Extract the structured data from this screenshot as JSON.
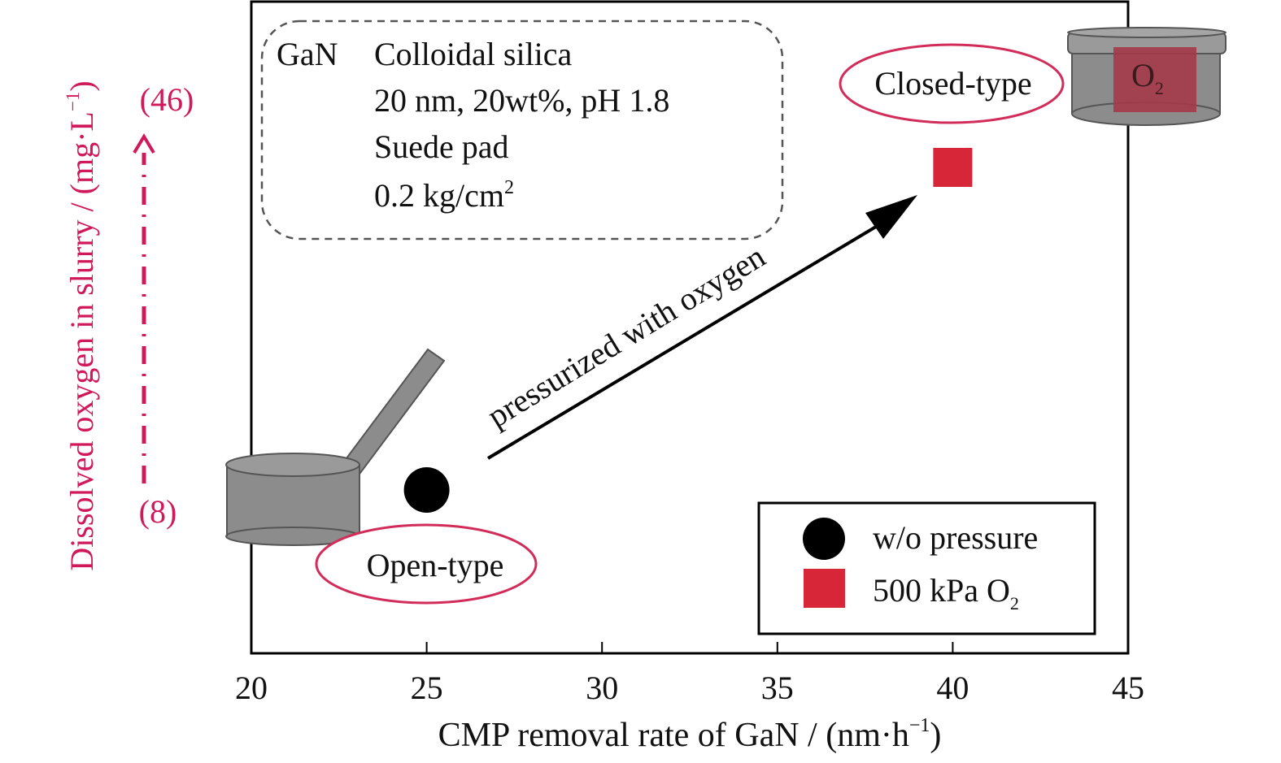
{
  "chart_data": {
    "type": "scatter",
    "xlabel": "CMP removal rate of GaN / (nm·h",
    "xlabel_sup": "−1",
    "xlabel_close": ")",
    "ylabel": "Dissolved oxygen in slurry / (mg·L",
    "ylabel_sup": "−1",
    "ylabel_close": ")",
    "xlim": [
      20,
      45
    ],
    "xticks": [
      20,
      25,
      30,
      35,
      40,
      45
    ],
    "xtick_labels": [
      "20",
      "25",
      "30",
      "35",
      "40",
      "45"
    ],
    "y_markers": [
      {
        "label": "(46)",
        "value": 46
      },
      {
        "label": "(8)",
        "value": 8
      }
    ],
    "series": [
      {
        "name": "w/o pressure",
        "marker": "circle",
        "color": "#000000",
        "points": [
          {
            "x": 25,
            "y": 8
          }
        ]
      },
      {
        "name": "500 kPa O",
        "name_sub": "2",
        "marker": "square",
        "color": "#d62637",
        "points": [
          {
            "x": 40,
            "y": 46
          }
        ]
      }
    ],
    "legend_placement": "bottom-right",
    "grid": false
  },
  "conditions": {
    "material": "GaN",
    "lines": [
      "Colloidal silica",
      "20 nm, 20wt%, pH 1.8",
      "Suede pad",
      "0.2 kg/cm"
    ],
    "last_sup": "2"
  },
  "annotations": {
    "arrow_label": "pressurized with oxygen",
    "open_type": "Open-type",
    "closed_type": "Closed-type",
    "o2_label": "O",
    "o2_sub": "2"
  },
  "colors": {
    "accent": "#d0195a",
    "marker_red": "#d62637",
    "container_gray": "#8c8c8c",
    "ellipse_stroke": "#d12c5a"
  }
}
